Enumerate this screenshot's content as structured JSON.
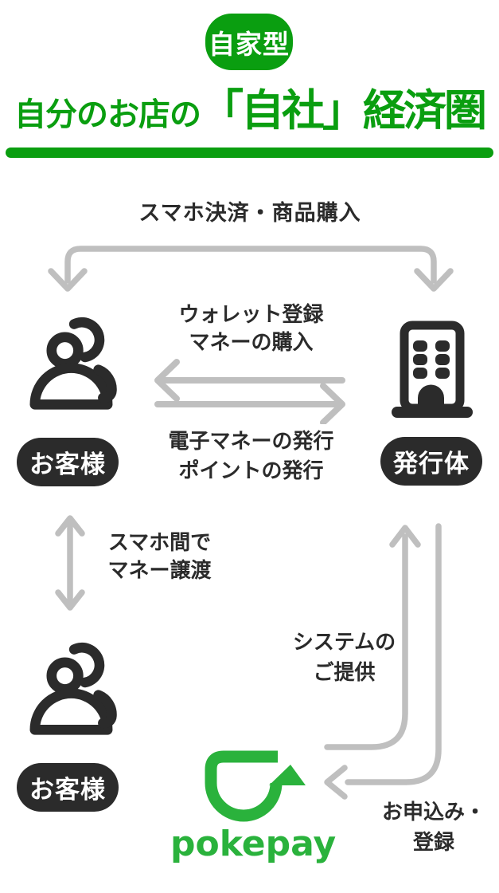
{
  "header": {
    "badge_label": "自家型",
    "title_prefix": "自分のお店の",
    "title_emphasis": "「自社」経済圏"
  },
  "entities": {
    "customer_top": "お客様",
    "customer_bottom": "お客様",
    "issuer": "発行体",
    "provider_wordmark": "pokepay"
  },
  "flows": {
    "purchase_label": "スマホ決済・商品購入",
    "wallet_lines": [
      "ウォレット登録",
      "マネーの購入"
    ],
    "issue_lines": [
      "電子マネーの発行",
      "ポイントの発行"
    ],
    "transfer_lines": [
      "スマホ間で",
      "マネー譲渡"
    ],
    "system_lines": [
      "システムの",
      "ご提供"
    ],
    "apply_lines": [
      "お申込み・",
      "登録"
    ]
  },
  "icons": {
    "customer_top": "users-icon",
    "customer_bottom": "users-icon",
    "issuer": "building-icon",
    "provider": "pokepay-logo-icon",
    "purchase_flow": "double-down-bracket-arrow-icon",
    "wallet_flow": "arrow-left-icon",
    "issue_flow": "arrow-right-icon",
    "transfer_flow": "arrow-up-down-icon",
    "system_flow": "arrow-up-icon",
    "apply_flow": "arrow-left-curved-icon"
  },
  "colors": {
    "brand_green": "#0a9e10",
    "logo_green": "#2ab23c",
    "arrow_gray": "#bfbfbf",
    "ink_dark": "#2b2b2b",
    "text_white": "#ffffff",
    "background": "#ffffff"
  }
}
